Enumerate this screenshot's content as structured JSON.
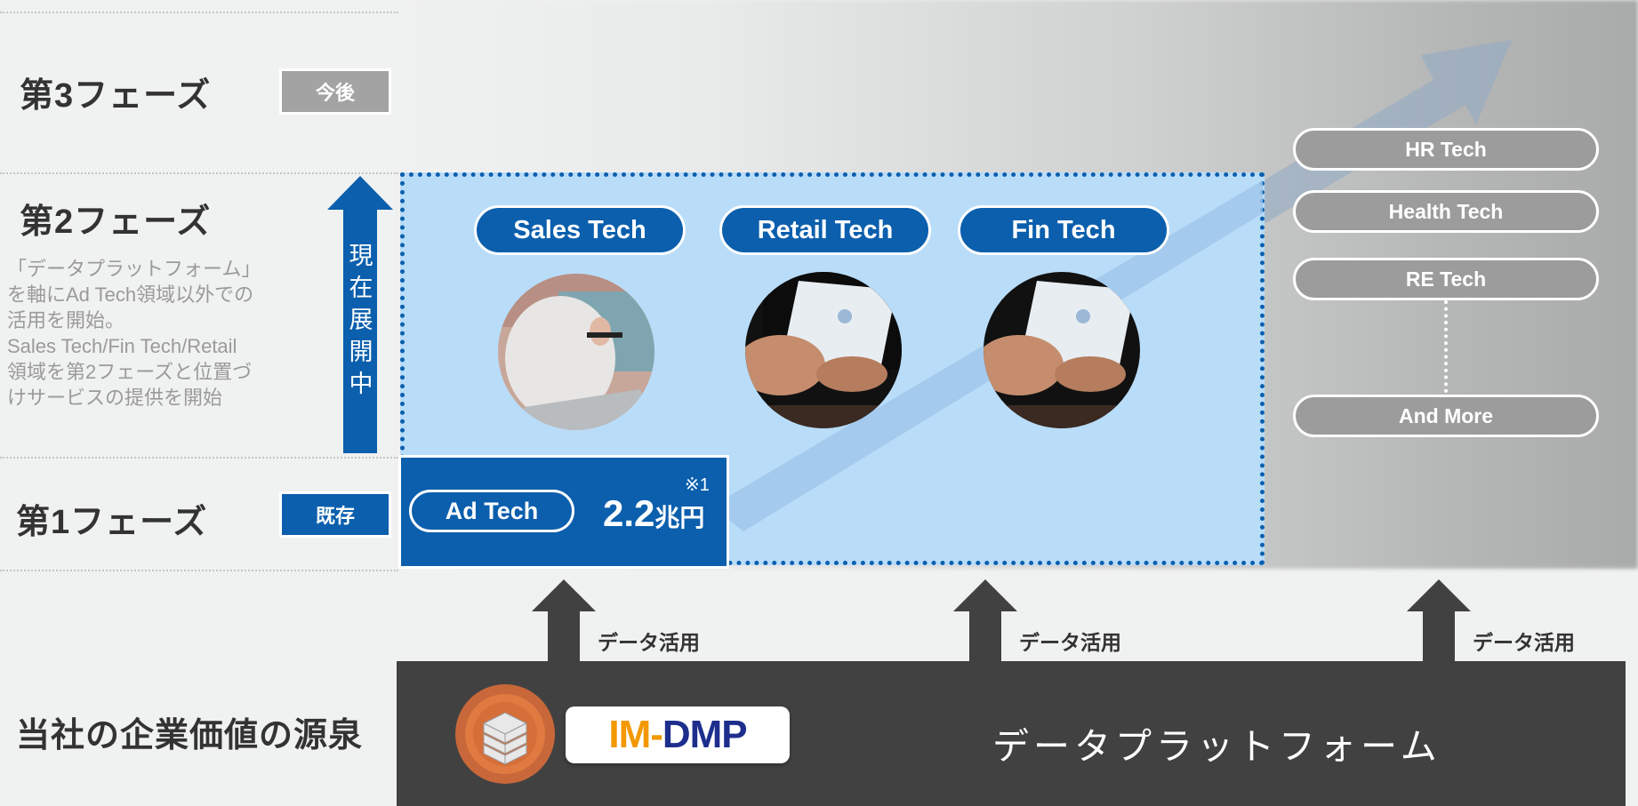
{
  "phases": {
    "phase3": {
      "title": "第3フェーズ",
      "tag": "今後"
    },
    "phase2": {
      "title": "第2フェーズ",
      "description": [
        "「データプラットフォーム」",
        "を軸にAd Tech領域以外での",
        "活用を開始。",
        "Sales Tech/Fin Tech/Retail",
        "領域を第2フェーズと位置づ",
        "けサービスの提供を開始"
      ],
      "status_vertical": [
        "現",
        "在",
        "展",
        "開",
        "中"
      ]
    },
    "phase1": {
      "title": "第1フェーズ",
      "tag": "既存"
    }
  },
  "phase2_techs": [
    "Sales Tech",
    "Retail Tech",
    "Fin Tech"
  ],
  "adtech": {
    "label": "Ad Tech",
    "value": "2.2",
    "unit": "兆円",
    "note": "※1"
  },
  "future_techs": [
    "HR Tech",
    "Health Tech",
    "RE Tech",
    "And More"
  ],
  "data_usage_label": "データ活用",
  "source": {
    "title": "当社の企業価値の源泉",
    "logo": {
      "part1": "IM-",
      "part2": "DMP"
    },
    "platform": "データプラットフォーム"
  },
  "colors": {
    "brand_blue": "#0b5fad",
    "light_blue": "#b9dcf8",
    "gray_pill": "#9c9c9c",
    "footer": "#414141",
    "logo_orange": "#f39800",
    "logo_navy": "#1e2e8c"
  }
}
